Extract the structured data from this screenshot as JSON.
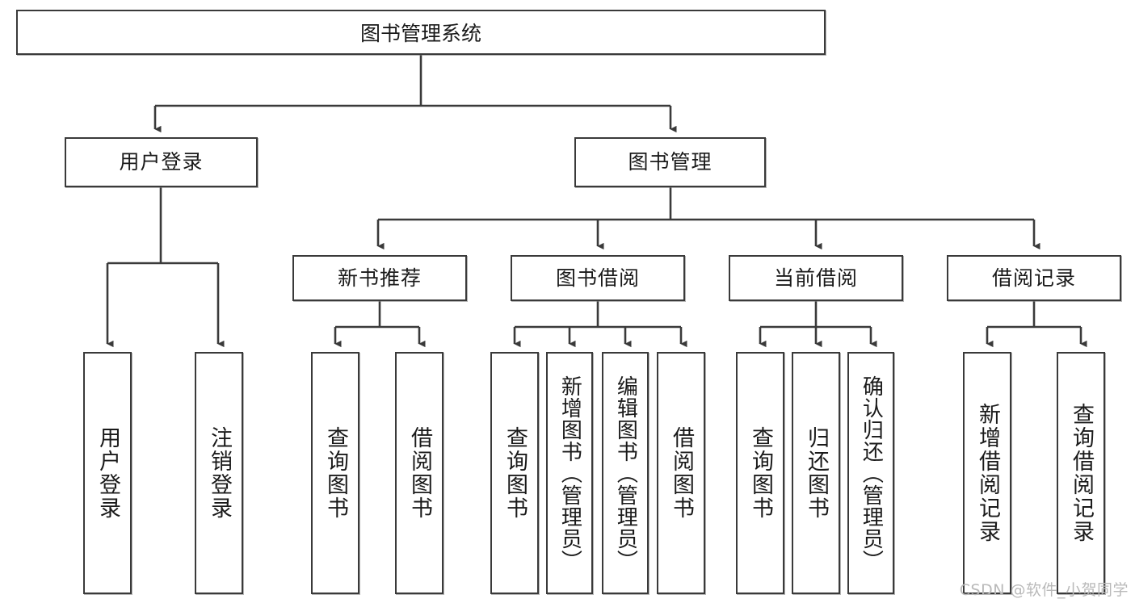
{
  "diagram": {
    "type": "tree-hierarchy",
    "title": "图书管理系统",
    "root": {
      "id": "root",
      "label": "图书管理系统"
    },
    "level2": [
      {
        "id": "user-login",
        "label": "用户登录"
      },
      {
        "id": "book-manage",
        "label": "图书管理"
      }
    ],
    "level3": [
      {
        "id": "new-book-rec",
        "label": "新书推荐"
      },
      {
        "id": "book-borrow",
        "label": "图书借阅"
      },
      {
        "id": "current-borrow",
        "label": "当前借阅"
      },
      {
        "id": "borrow-record",
        "label": "借阅记录"
      }
    ],
    "leaves": {
      "user_login": [
        {
          "id": "leaf-user-login",
          "label": "用户登录"
        },
        {
          "id": "leaf-logout",
          "label": "注销登录"
        }
      ],
      "new_book_rec": [
        {
          "id": "leaf-query-book-1",
          "label": "查询图书"
        },
        {
          "id": "leaf-borrow-book-1",
          "label": "借阅图书"
        }
      ],
      "book_borrow": [
        {
          "id": "leaf-query-book-2",
          "label": "查询图书"
        },
        {
          "id": "leaf-add-book",
          "label": "新增图书（管理员）"
        },
        {
          "id": "leaf-edit-book",
          "label": "编辑图书（管理员）"
        },
        {
          "id": "leaf-borrow-book-2",
          "label": "借阅图书"
        }
      ],
      "current_borrow": [
        {
          "id": "leaf-query-book-3",
          "label": "查询图书"
        },
        {
          "id": "leaf-return-book",
          "label": "归还图书"
        },
        {
          "id": "leaf-confirm-return",
          "label": "确认归还（管理员）"
        }
      ],
      "borrow_record": [
        {
          "id": "leaf-add-record",
          "label": "新增借阅记录"
        },
        {
          "id": "leaf-query-record",
          "label": "查询借阅记录"
        }
      ]
    }
  },
  "watermark": {
    "text": "CSDN @软件_小贺同学"
  },
  "colors": {
    "stroke": "#3a3a3a",
    "fill": "#ffffff",
    "text": "#1a1a1a",
    "watermark": "#b9b9b9"
  }
}
